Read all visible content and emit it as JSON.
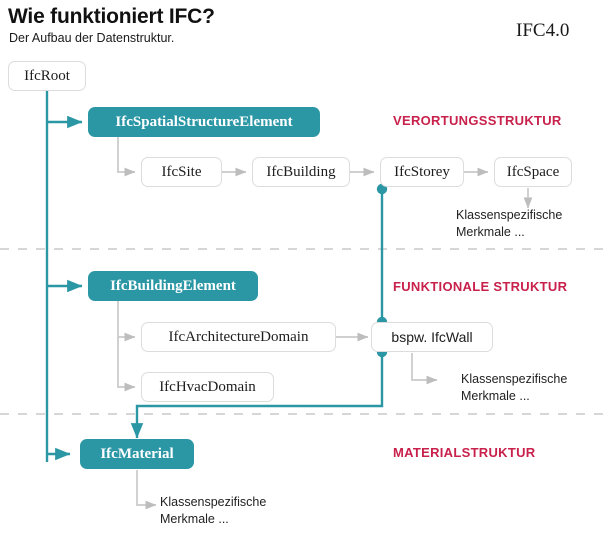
{
  "header": {
    "title": "Wie funktioniert IFC?",
    "subtitle": "Der Aufbau der Datenstruktur.",
    "version": "IFC4.0"
  },
  "colors": {
    "teal": "#2b97a5",
    "crimson": "#c8214b",
    "box_border": "#dcdcdc",
    "arrow_gray": "#bdbdbd",
    "divider_gray": "#cccccc",
    "text_dark": "#1d1d1d"
  },
  "nodes": {
    "root": "IfcRoot",
    "spatial_structure_element": "IfcSpatialStructureElement",
    "site": "IfcSite",
    "building": "IfcBuilding",
    "storey": "IfcStorey",
    "space": "IfcSpace",
    "building_element": "IfcBuildingElement",
    "architecture_domain": "IfcArchitectureDomain",
    "hvac_domain": "IfcHvacDomain",
    "wall": "bspw. IfcWall",
    "material": "IfcMaterial"
  },
  "sections": [
    {
      "id": "verortung",
      "label": "VERORTUNGSSTRUKTUR"
    },
    {
      "id": "funktional",
      "label": "FUNKTIONALE STRUKTUR"
    },
    {
      "id": "material",
      "label": "MATERIALSTRUKTUR"
    }
  ],
  "notes": {
    "space_note": "Klassenspezifische\nMerkmale ...",
    "wall_note": "Klassenspezifische\nMerkmale ...",
    "material_note": "Klassenspezifische\nMerkmale ..."
  }
}
